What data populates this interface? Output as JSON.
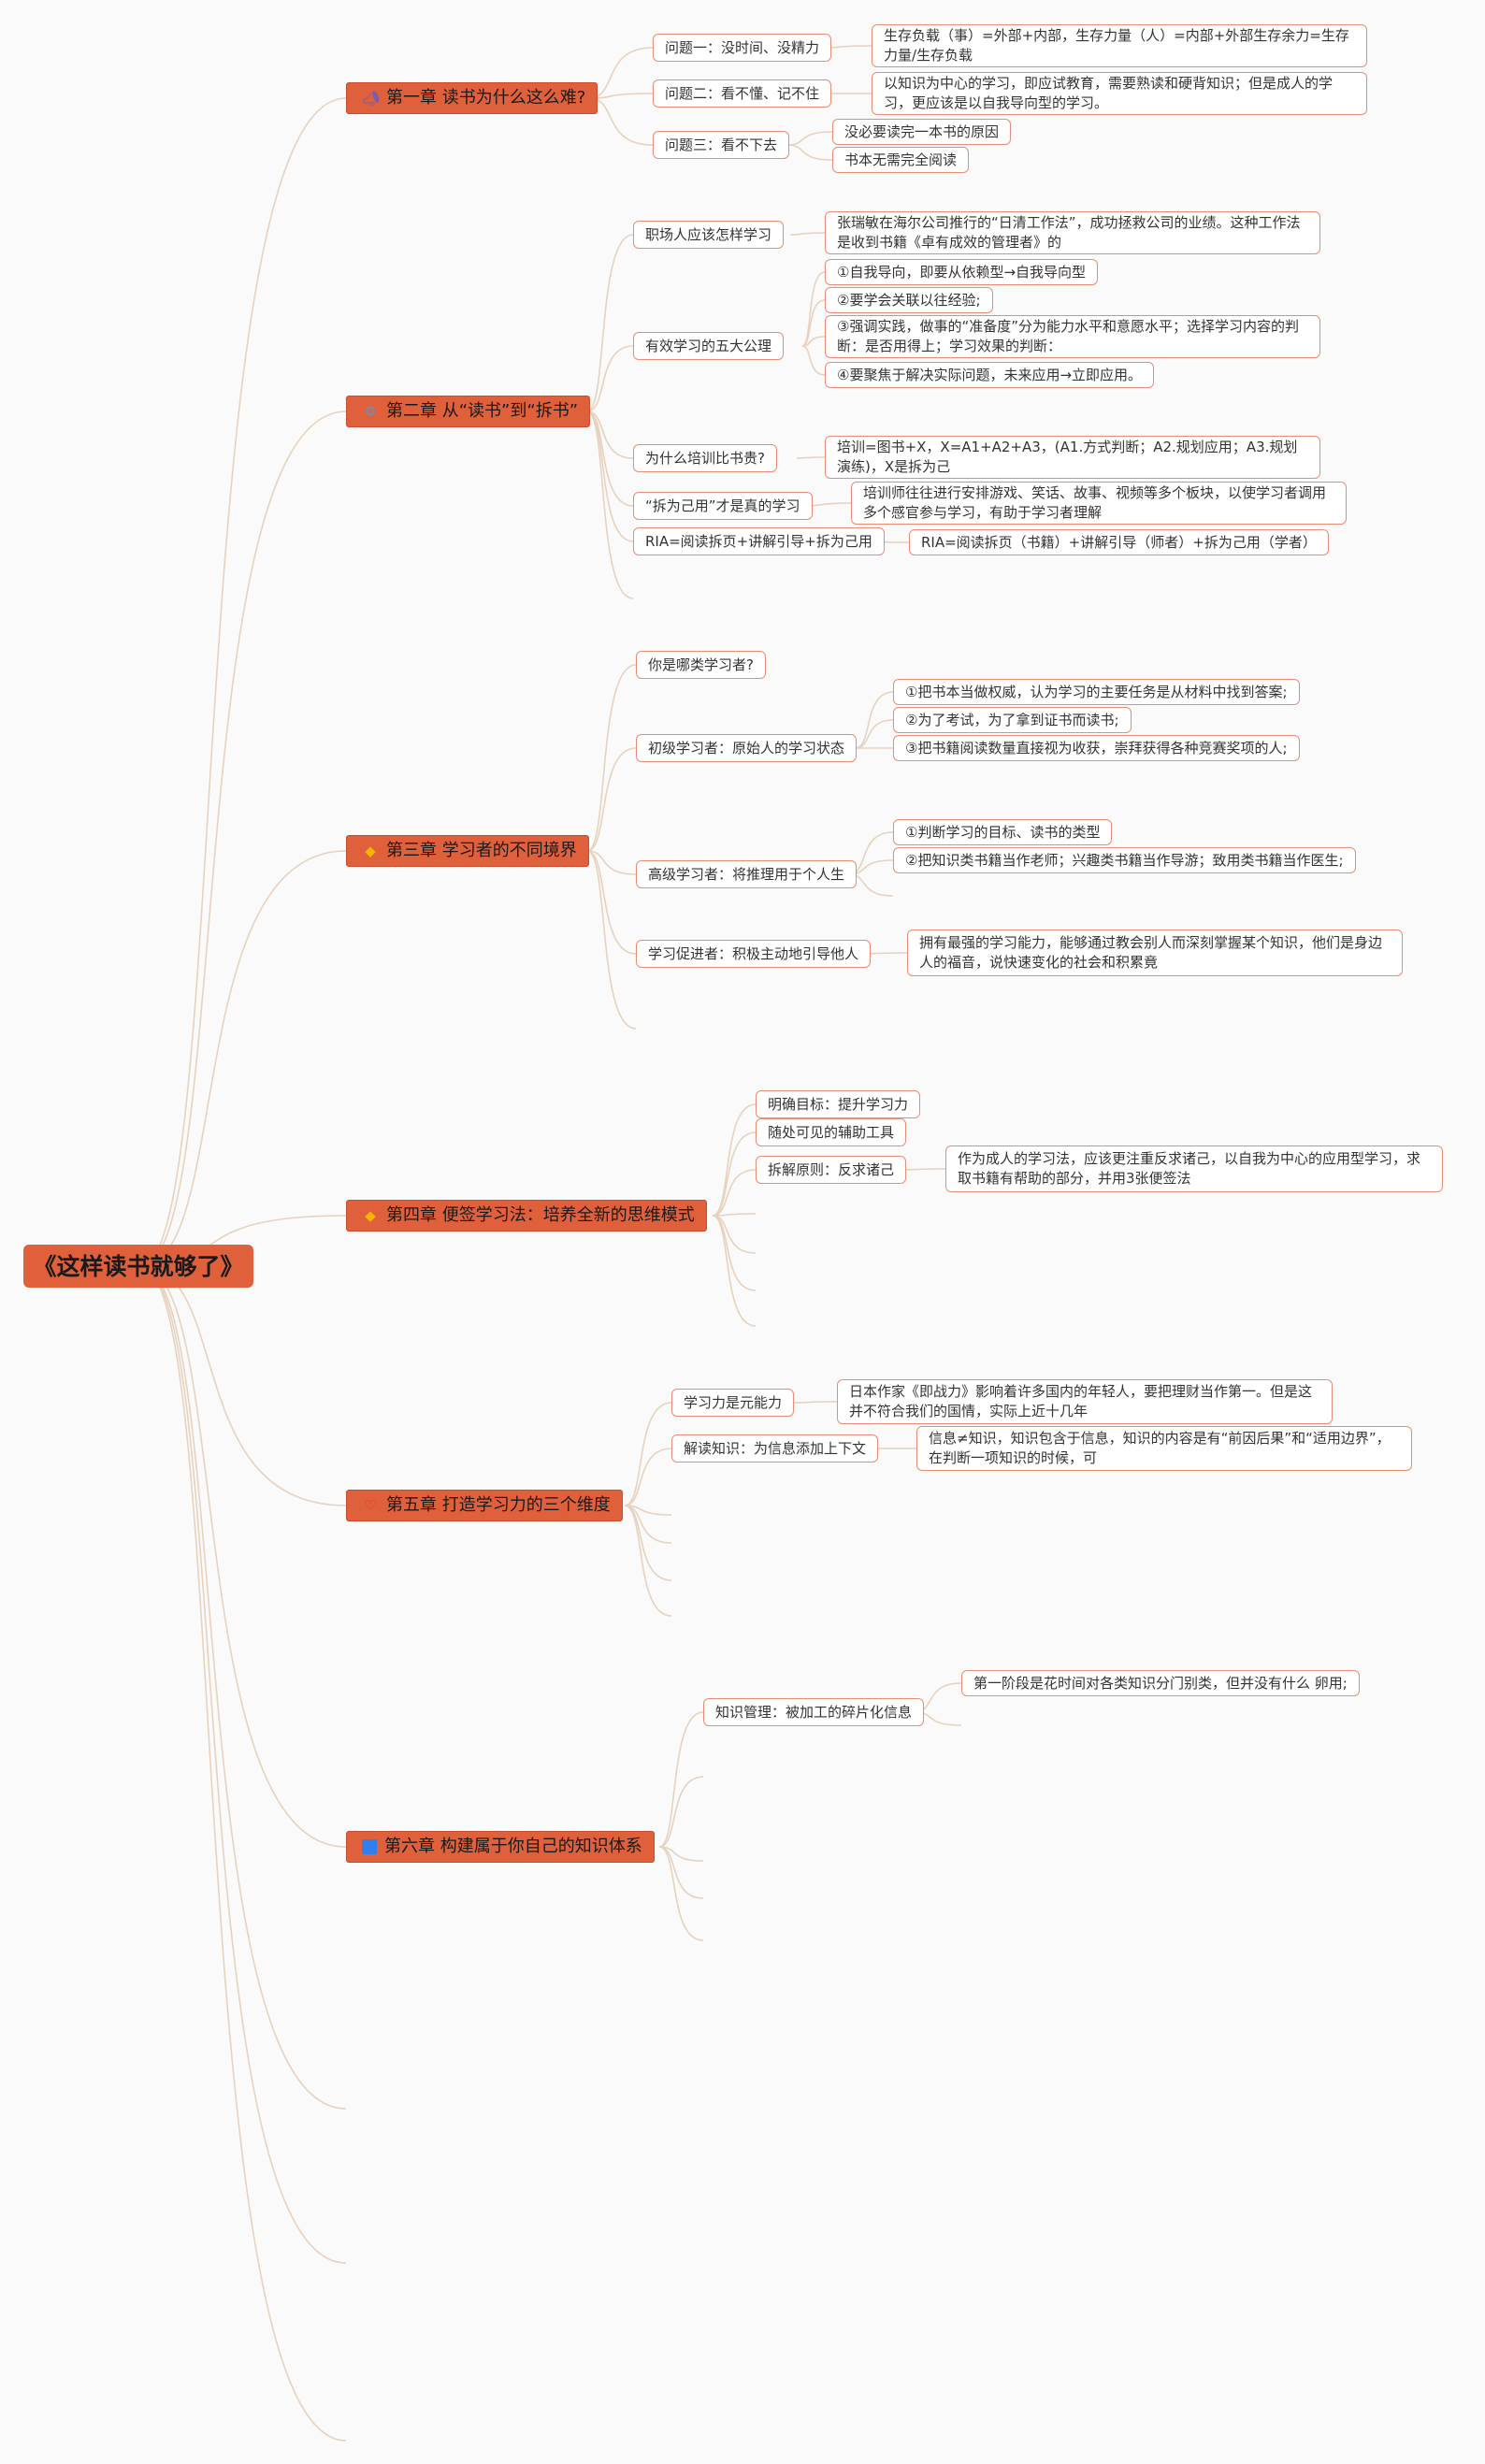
{
  "root": "《这样读书就够了》",
  "chapters": [
    {
      "label": "第一章 读书为什么这么难?",
      "icon": "megaphone-icon"
    },
    {
      "label": "第二章 从“读书”到“拆书”",
      "icon": "gear-icon"
    },
    {
      "label": "第三章 学习者的不同境界",
      "icon": "gem-icon"
    },
    {
      "label": "第四章 便签学习法：培养全新的思维模式",
      "icon": "gem-icon"
    },
    {
      "label": "第五章 打造学习力的三个维度",
      "icon": "heart-icon"
    },
    {
      "label": "第六章 构建属于你自己的知识体系",
      "icon": "square-icon"
    }
  ],
  "subs": [
    "问题一：没时间、没精力",
    "问题二：看不懂、记不住",
    "问题三：看不下去",
    "职场人应该怎样学习",
    "有效学习的五大公理",
    "为什么培训比书贵?",
    "“拆为己用”才是真的学习",
    "RIA=阅读拆页+讲解引导+拆为己用",
    "你是哪类学习者?",
    "初级学习者：原始人的学习状态",
    "高级学习者：将推理用于个人生",
    "学习促进者：积极主动地引导他人",
    "明确目标：提升学习力",
    "随处可见的辅助工具",
    "拆解原则：反求诸己",
    "学习力是元能力",
    "解读知识：为信息添加上下文",
    "知识管理：被加工的碎片化信息"
  ],
  "leaves": [
    "生存负载（事）=外部+内部，生存力量（人）=内部+外部生存余力=生存力量/生存负载",
    "以知识为中心的学习，即应试教育，需要熟读和硬背知识；但是成人的学习，更应该是以自我导向型的学习。",
    "没必要读完一本书的原因",
    "书本无需完全阅读",
    "张瑞敏在海尔公司推行的“日清工作法”，成功拯救公司的业绩。这种工作法是收到书籍《卓有成效的管理者》的",
    "①自我导向，即要从依赖型→自我导向型",
    "②要学会关联以往经验;",
    "③强调实践，做事的“准备度”分为能力水平和意愿水平；选择学习内容的判断：是否用得上；学习效果的判断：",
    "④要聚焦于解决实际问题，未来应用→立即应用。",
    "培训=图书+X，X=A1+A2+A3，(A1.方式判断；A2.规划应用；A3.规划演练)，X是拆为己",
    "培训师往往进行安排游戏、笑话、故事、视频等多个板块，以使学习者调用多个感官参与学习，有助于学习者理解",
    "RIA=阅读拆页（书籍）+讲解引导（师者）+拆为己用（学者）",
    "①把书本当做权威，认为学习的主要任务是从材料中找到答案;",
    "②为了考试，为了拿到证书而读书;",
    "③把书籍阅读数量直接视为收获，崇拜获得各种竞赛奖项的人;",
    "①判断学习的目标、读书的类型",
    "②把知识类书籍当作老师；兴趣类书籍当作导游；致用类书籍当作医生;",
    "拥有最强的学习能力，能够通过教会别人而深刻掌握某个知识，他们是身边人的福音，说快速变化的社会和积累竟",
    "作为成人的学习法，应该更注重反求诸己，以自我为中心的应用型学习，求取书籍有帮助的部分，并用3张便签法",
    "日本作家《即战力》影响着许多国内的年轻人，要把理财当作第一。但是这并不符合我们的国情，实际上近十几年",
    "信息≠知识，知识包含于信息，知识的内容是有“前因后果”和“适用边界”，在判断一项知识的时候，可",
    "第一阶段是花时间对各类知识分门别类，但并没有什么 卵用;"
  ],
  "colors": {
    "accent": "#e0603c",
    "node_border": "#e88c73",
    "branch_line": "#e6d2be"
  }
}
